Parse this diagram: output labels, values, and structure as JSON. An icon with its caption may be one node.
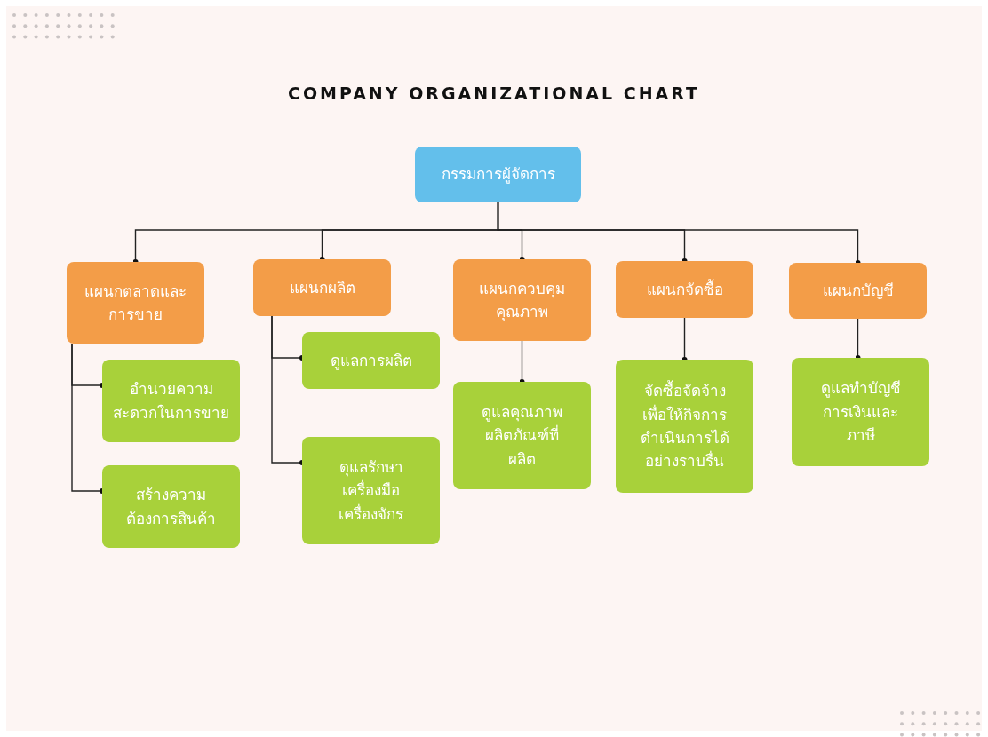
{
  "diagram": {
    "title": "COMPANY ORGANIZATIONAL CHART",
    "nodes": [
      {
        "text": [
          "กรรมการผู้จัดการ"
        ]
      },
      {
        "text": [
          "แผนกตลาดและการขาย"
        ]
      },
      {
        "text": [
          "แผนกผลิต"
        ]
      },
      {
        "text": [
          "แผนกควบคุมคุณภาพ"
        ]
      },
      {
        "text": [
          "แผนกจัดซื้อ"
        ]
      },
      {
        "text": [
          "แผนกบัญชี"
        ]
      },
      {
        "text": [
          "อำนวยความสะดวกในการขาย"
        ]
      },
      {
        "text": [
          "สร้างความต้องการสินค้า"
        ]
      },
      {
        "text": [
          "ดูแลการผลิต"
        ]
      },
      {
        "text": [
          "ดุแลรักษาเครื่องมือเครื่องจักร"
        ]
      },
      {
        "text": [
          "ดูแลคุณภาพผลิตภัณฑ์ที่ผลิต"
        ]
      },
      {
        "text": [
          "จัดซื้อจัดจ้างเพื่อให้กิจการดำเนินการได้อย่างราบรื่น"
        ]
      },
      {
        "text": [
          "ดูแลทำบัญชีการเงินและ ภาษี"
        ]
      }
    ],
    "edges": [
      {
        "from": 0,
        "to": 1,
        "arrow": "other"
      },
      {
        "from": 0,
        "to": 2,
        "arrow": "other"
      },
      {
        "from": 0,
        "to": 3,
        "arrow": "other"
      },
      {
        "from": 0,
        "to": 4,
        "arrow": "other"
      },
      {
        "from": 0,
        "to": 5,
        "arrow": "other"
      },
      {
        "from": 1,
        "to": 6,
        "arrow": "other"
      },
      {
        "from": 1,
        "to": 7,
        "arrow": "other"
      },
      {
        "from": 2,
        "to": 8,
        "arrow": "other"
      },
      {
        "from": 2,
        "to": 9,
        "arrow": "other"
      },
      {
        "from": 3,
        "to": 10,
        "arrow": "other"
      },
      {
        "from": 4,
        "to": 11,
        "arrow": "other"
      },
      {
        "from": 5,
        "to": 12,
        "arrow": "other"
      }
    ]
  }
}
